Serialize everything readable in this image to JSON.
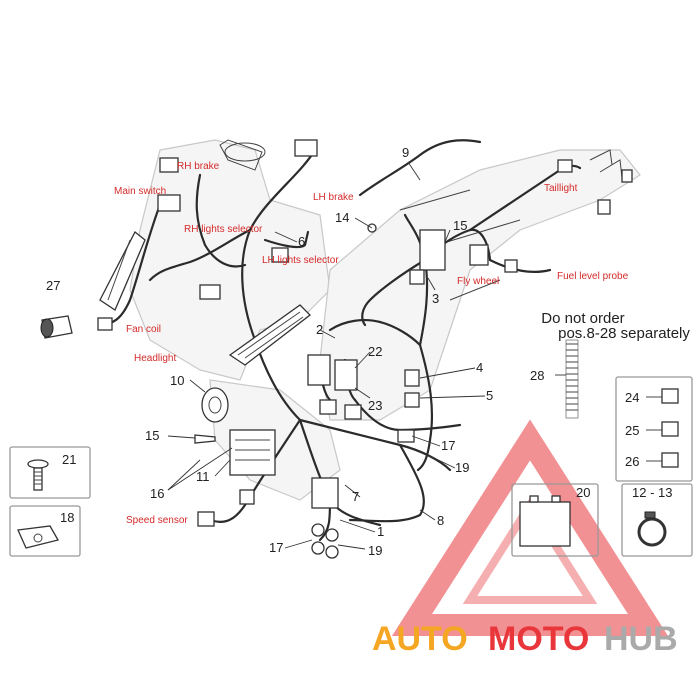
{
  "labels": {
    "rh_brake": "RH brake",
    "main_switch": "Main switch",
    "rh_lights_selector": "RH lights selector",
    "lh_brake": "LH brake",
    "lh_lights_selector": "LH lights selector",
    "taillight": "Taillight",
    "fly_wheel": "Fly wheel",
    "fuel_level_probe": "Fuel level probe",
    "fan_coil": "Fan coil",
    "headlight": "Headlight",
    "speed_sensor": "Speed sensor"
  },
  "note": {
    "line1": "Do not order",
    "line2": "pos.8-28 separately"
  },
  "callouts": {
    "n1": "1",
    "n2": "2",
    "n3": "3",
    "n4": "4",
    "n5": "5",
    "n6": "6",
    "n7": "7",
    "n8": "8",
    "n9": "9",
    "n10": "10",
    "n11": "11",
    "n12_13": "12 - 13",
    "n14": "14",
    "n15a": "15",
    "n15b": "15",
    "n16": "16",
    "n17a": "17",
    "n17b": "17",
    "n18": "18",
    "n19a": "19",
    "n19b": "19",
    "n20": "20",
    "n21": "21",
    "n22": "22",
    "n23": "23",
    "n24": "24",
    "n25": "25",
    "n26": "26",
    "n27": "27",
    "n28": "28"
  },
  "watermark": {
    "text_auto": "AUTO",
    "text_moto": "MOTO",
    "text_hub": "HUB",
    "color_orange": "#f5a623",
    "color_red": "#e8363a",
    "color_gray": "#aaaaaa"
  }
}
